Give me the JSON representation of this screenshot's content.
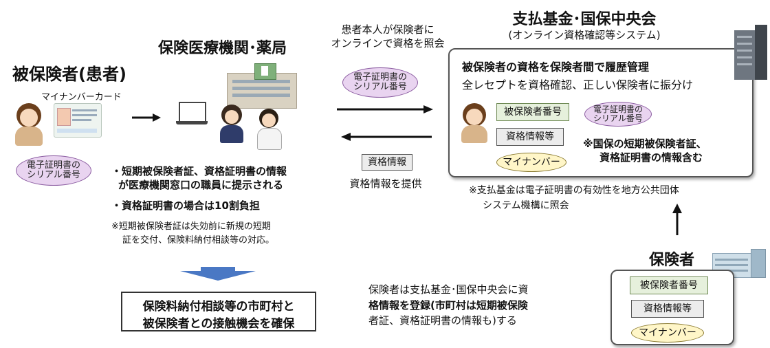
{
  "patient": {
    "title": "被保険者(患者)",
    "card_label": "マイナンバーカード",
    "serial_line1": "電子証明書の",
    "serial_line2": "シリアル番号"
  },
  "medical": {
    "title": "保険医療機関･薬局",
    "bullet1_line1": "・短期被保険者証、資格証明書の情報",
    "bullet1_line2": "が医療機関窓口の職員に提示される",
    "bullet2": "・資格証明書の場合は10割負担",
    "note_line1": "※短期被保険者証は失効前に新規の短期",
    "note_line2": "証を交付、保険料納付相談等の対応。"
  },
  "middle": {
    "query_line1": "患者本人が保険者に",
    "query_line2": "オンラインで資格を照会",
    "serial_line1": "電子証明書の",
    "serial_line2": "シリアル番号",
    "info_tag": "資格情報",
    "provide_label": "資格情報を提供"
  },
  "fund": {
    "title": "支払基金･国保中央会",
    "subtitle": "(オンライン資格確認等システム)",
    "line1": "被保険者の資格を保険者間で履歴管理",
    "line2": "全レセプトを資格確認、正しい保険者に振分け",
    "tag_insured_no": "被保険者番号",
    "tag_qual_info": "資格情報等",
    "tag_mynumber": "マイナンバー",
    "serial_line1": "電子証明書の",
    "serial_line2": "シリアル番号",
    "note_line1": "※国保の短期被保険者証、",
    "note_line2": "資格証明書の情報含む",
    "footnote_line1": "※支払基金は電子証明書の有効性を地方公共団体",
    "footnote_line2": "システム機構に照会"
  },
  "insurer": {
    "title": "保険者",
    "tag_insured_no": "被保険者番号",
    "tag_qual_info": "資格情報等",
    "tag_mynumber": "マイナンバー",
    "text_line1": "保険者は支払基金･国保中央会に資",
    "text_line2": "格情報を登録(市町村は短期被保険",
    "text_line3": "者証、資格証明書の情報も)する"
  },
  "result": {
    "line1": "保険料納付相談等の市町村と",
    "line2": "被保険者との接触機会を確保"
  }
}
